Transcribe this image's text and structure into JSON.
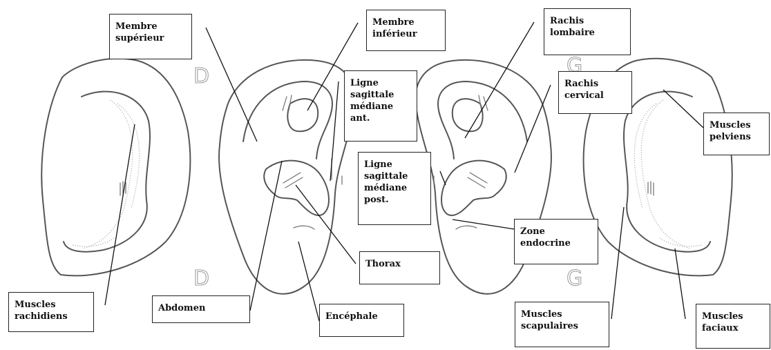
{
  "labels": {
    "membre_superieur": "Membre\nsupérieur",
    "membre_inferieur": "Membre\ninférieur",
    "rachis_lombaire": "Rachis\nlombaire",
    "rachis_cervical": "Rachis\ncervical",
    "ligne_ant": "Ligne\nsagittale\nmédiane\nant.",
    "ligne_post": "Ligne\nsagittale\nmédiane\npost.",
    "muscles_pelviens": "Muscles\npelviens",
    "zone_endocrine": "Zone\nendocrine",
    "thorax": "Thorax",
    "abdomen": "Abdomen",
    "encephale": "Encéphale",
    "muscles_rachidiens": "Muscles\nrachidiens",
    "muscles_scapulaires": "Muscles\nscapulaires",
    "muscles_faciaux": "Muscles\nfaciaux"
  },
  "ear_letters": {
    "d_back": "D",
    "d_front": "D",
    "g_front": "G",
    "g_back": "G"
  }
}
